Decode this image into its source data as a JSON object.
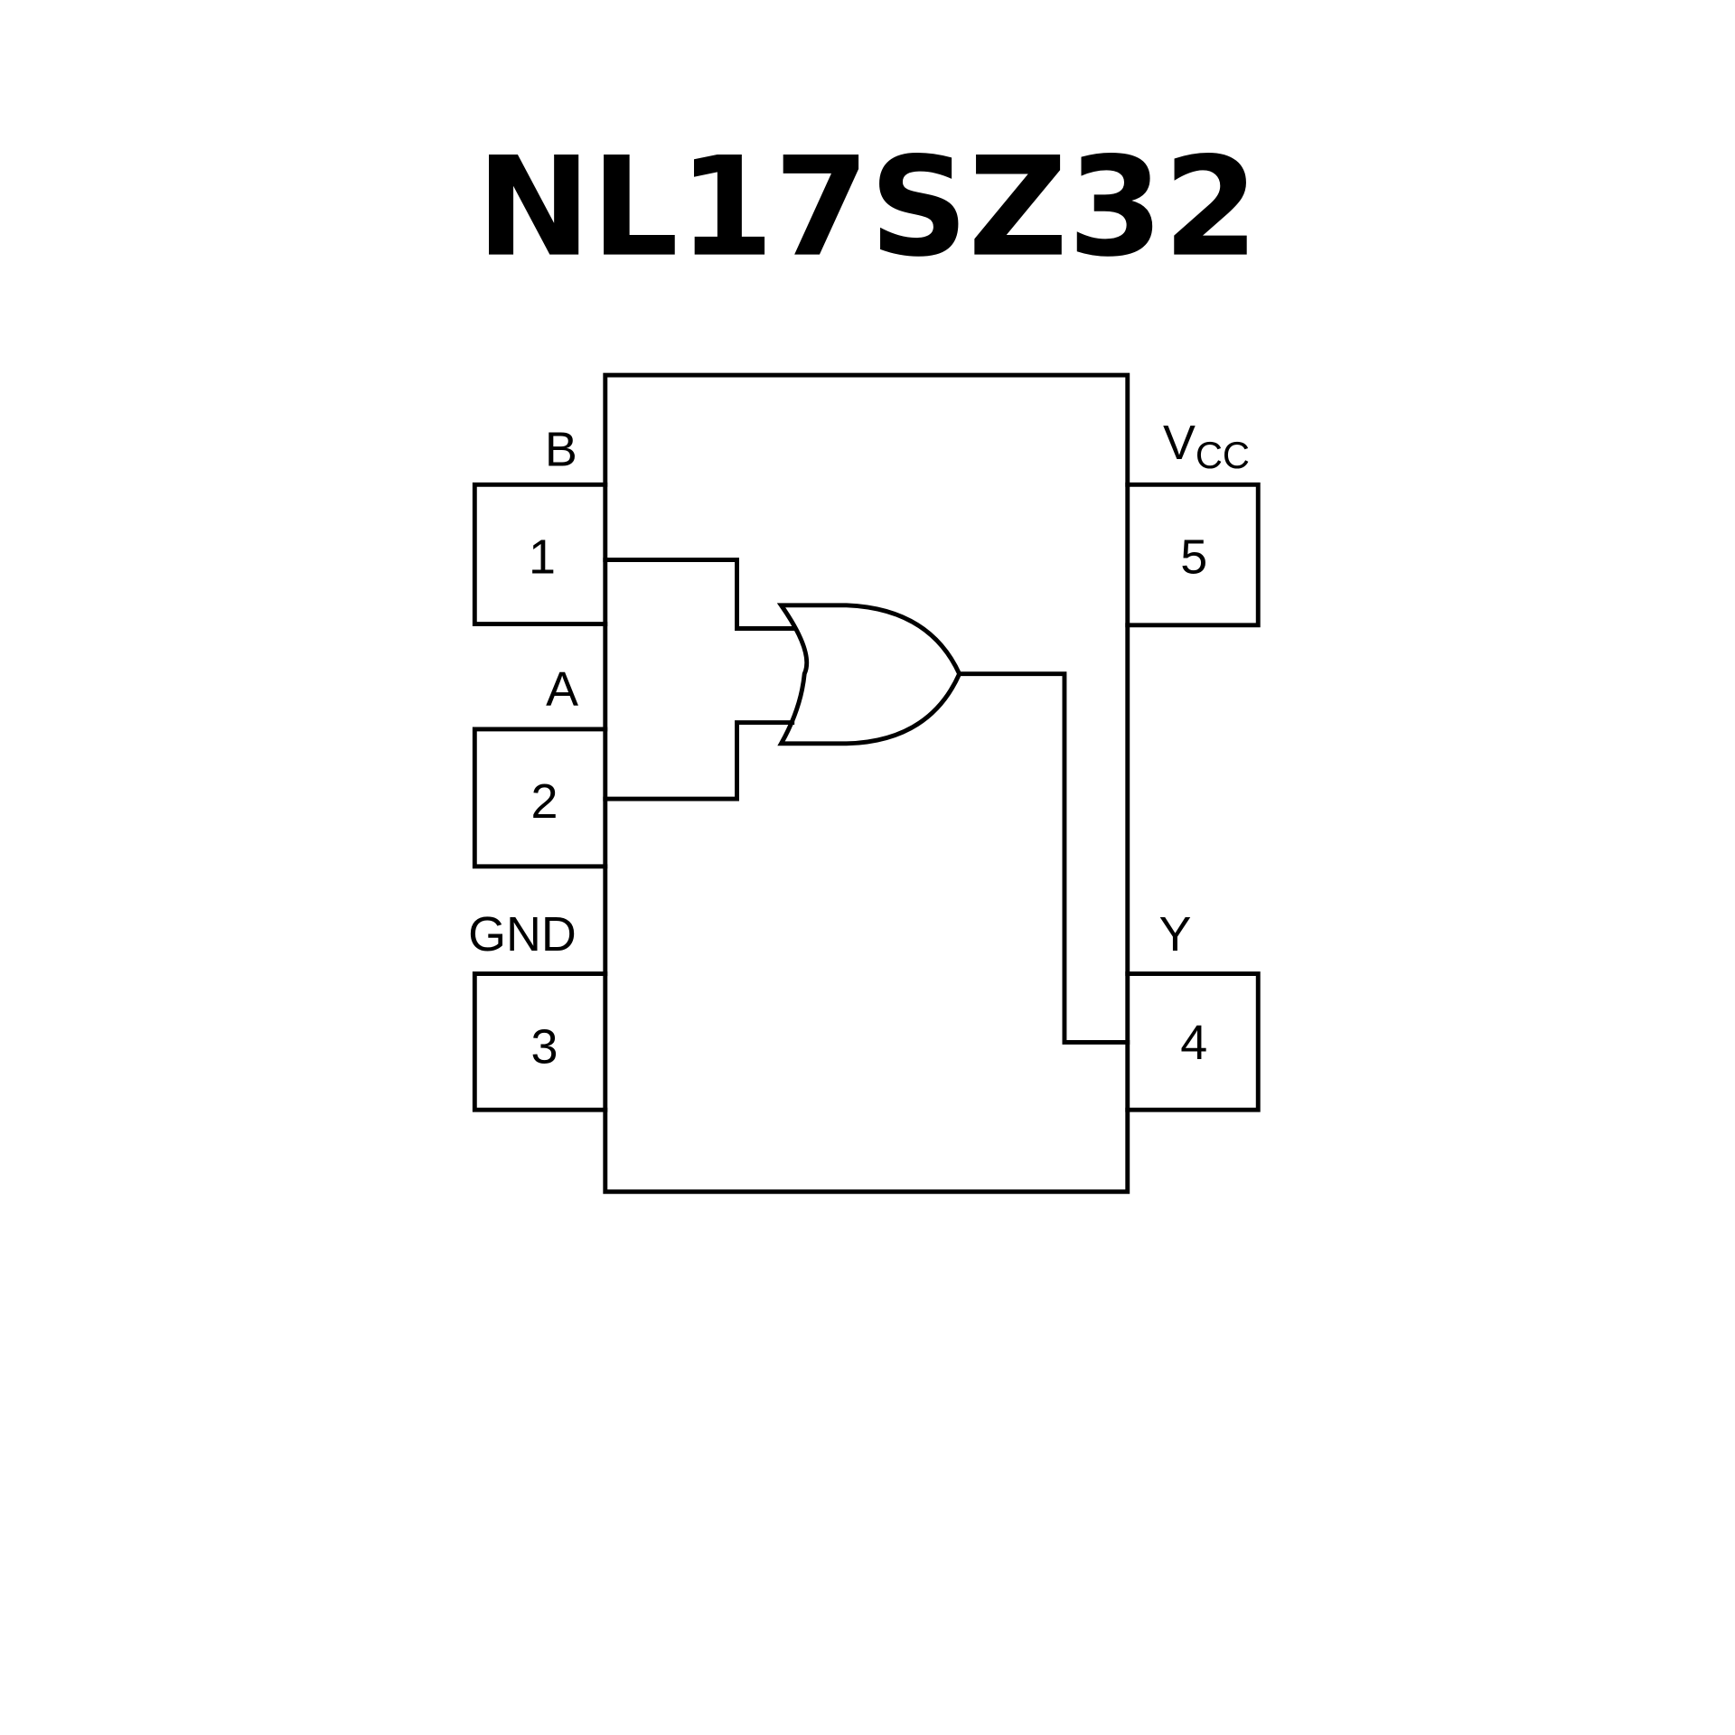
{
  "title": "NL17SZ32",
  "pins": {
    "p1": {
      "number": "1",
      "name": "B"
    },
    "p2": {
      "number": "2",
      "name": "A"
    },
    "p3": {
      "number": "3",
      "name": "GND"
    },
    "p4": {
      "number": "4",
      "name": "Y"
    },
    "p5": {
      "number": "5",
      "name_main": "V",
      "name_sub": "CC"
    }
  },
  "gate": {
    "type": "OR"
  }
}
